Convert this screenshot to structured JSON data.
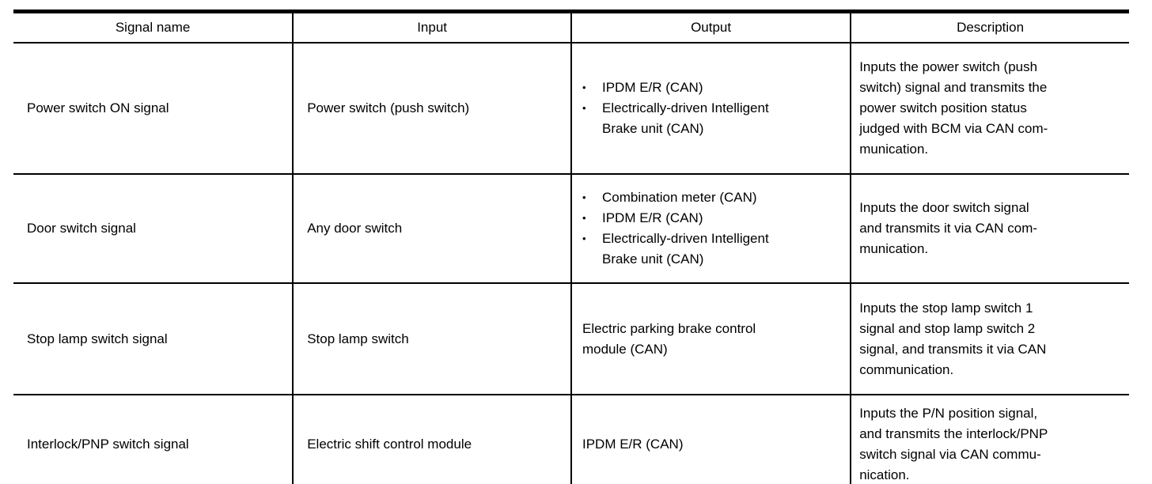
{
  "table": {
    "bullet_char": "•",
    "colors": {
      "border": "#000000",
      "text": "#000000",
      "background": "#ffffff"
    },
    "columns": [
      "Signal name",
      "Input",
      "Output",
      "Description"
    ],
    "rows": [
      {
        "signal_name": "Power switch ON signal",
        "input": "Power switch (push switch)",
        "output_items": [
          "IPDM E/R (CAN)",
          "Electrically-driven Intelligent\nBrake unit (CAN)"
        ],
        "description": "Inputs the power switch (push\nswitch) signal and transmits the\npower switch position status\njudged with BCM via CAN com-\nmunication."
      },
      {
        "signal_name": "Door switch signal",
        "input": "Any door switch",
        "output_items": [
          "Combination meter (CAN)",
          "IPDM E/R (CAN)",
          "Electrically-driven Intelligent\nBrake unit (CAN)"
        ],
        "description": "Inputs the door switch signal\nand transmits it via CAN com-\nmunication."
      },
      {
        "signal_name": "Stop lamp switch signal",
        "input": "Stop lamp switch",
        "output_text": "Electric parking brake control\nmodule (CAN)",
        "description": "Inputs the stop lamp switch 1\nsignal and stop lamp switch 2\nsignal, and transmits it via CAN\ncommunication."
      },
      {
        "signal_name": "Interlock/PNP switch signal",
        "input": "Electric shift control module",
        "output_text": "IPDM E/R (CAN)",
        "description": "Inputs the P/N position signal,\nand transmits the interlock/PNP\nswitch signal via CAN commu-\nnication."
      }
    ]
  }
}
